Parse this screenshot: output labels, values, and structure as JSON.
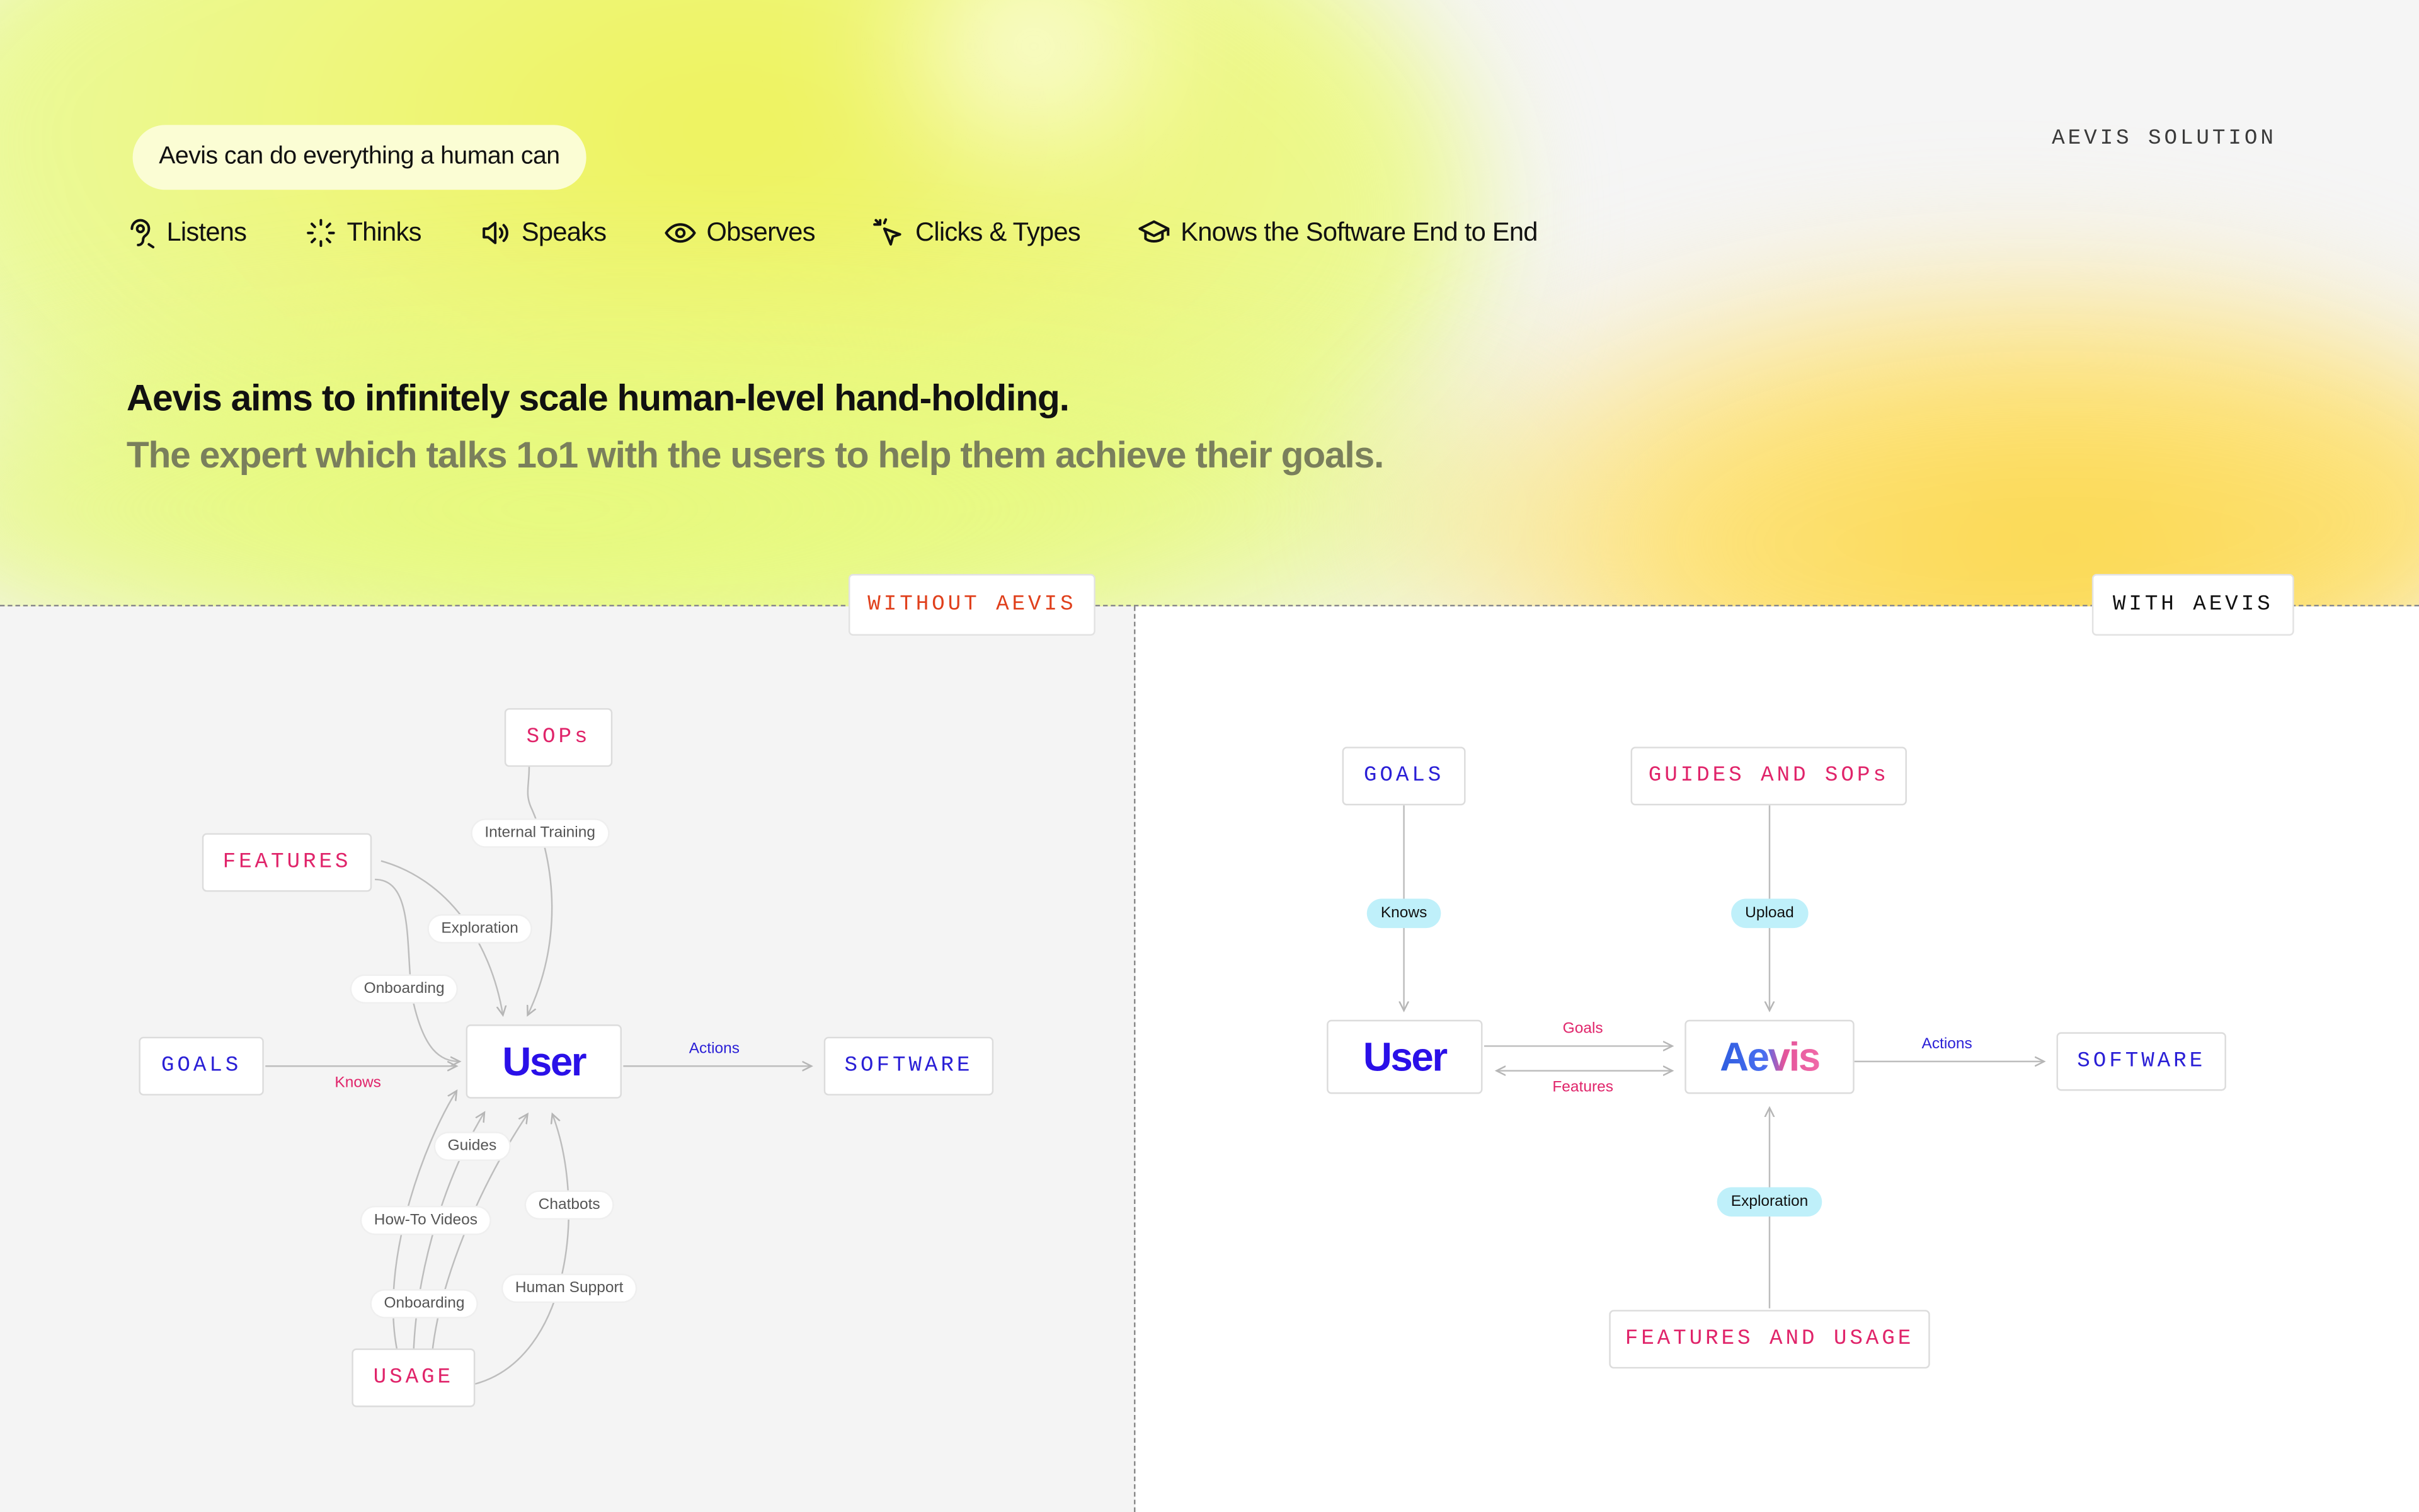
{
  "header": {
    "pill": "Aevis can do everything a human can",
    "tag": "AEVIS SOLUTION",
    "capabilities": [
      {
        "icon": "listen-icon",
        "label": "Listens"
      },
      {
        "icon": "loader-icon",
        "label": "Thinks"
      },
      {
        "icon": "speaker-icon",
        "label": "Speaks"
      },
      {
        "icon": "eye-icon",
        "label": "Observes"
      },
      {
        "icon": "cursor-click-icon",
        "label": "Clicks & Types"
      },
      {
        "icon": "graduation-cap-icon",
        "label": "Knows the Software End to End"
      }
    ],
    "headline": "Aevis aims to infinitely scale human-level hand-holding.",
    "subheadline": "The expert which talks 1o1 with the users to help them achieve their goals."
  },
  "colors": {
    "blue": "#2a1fd6",
    "pink": "#e0246a",
    "red": "#e0401c",
    "cyan": "#bff0fa"
  },
  "without": {
    "tag": "WITHOUT AEVIS",
    "nodes": {
      "sops": "SOPs",
      "features": "FEATURES",
      "goals": "GOALS",
      "user": "User",
      "software": "SOFTWARE",
      "usage": "USAGE"
    },
    "edges": {
      "internal_training": "Internal Training",
      "exploration": "Exploration",
      "onboarding_top": "Onboarding",
      "knows": "Knows",
      "actions": "Actions",
      "guides": "Guides",
      "chatbots": "Chatbots",
      "howto": "How-To Videos",
      "human_support": "Human Support",
      "onboarding_bottom": "Onboarding"
    }
  },
  "with": {
    "tag": "WITH AEVIS",
    "nodes": {
      "goals": "GOALS",
      "guides": "GUIDES AND SOPs",
      "user": "User",
      "aevis_a": "Aev",
      "aevis_b": "is",
      "software": "SOFTWARE",
      "features": "FEATURES AND USAGE"
    },
    "edges": {
      "knows": "Knows",
      "upload": "Upload",
      "goals": "Goals",
      "features": "Features",
      "actions": "Actions",
      "exploration": "Exploration"
    }
  }
}
